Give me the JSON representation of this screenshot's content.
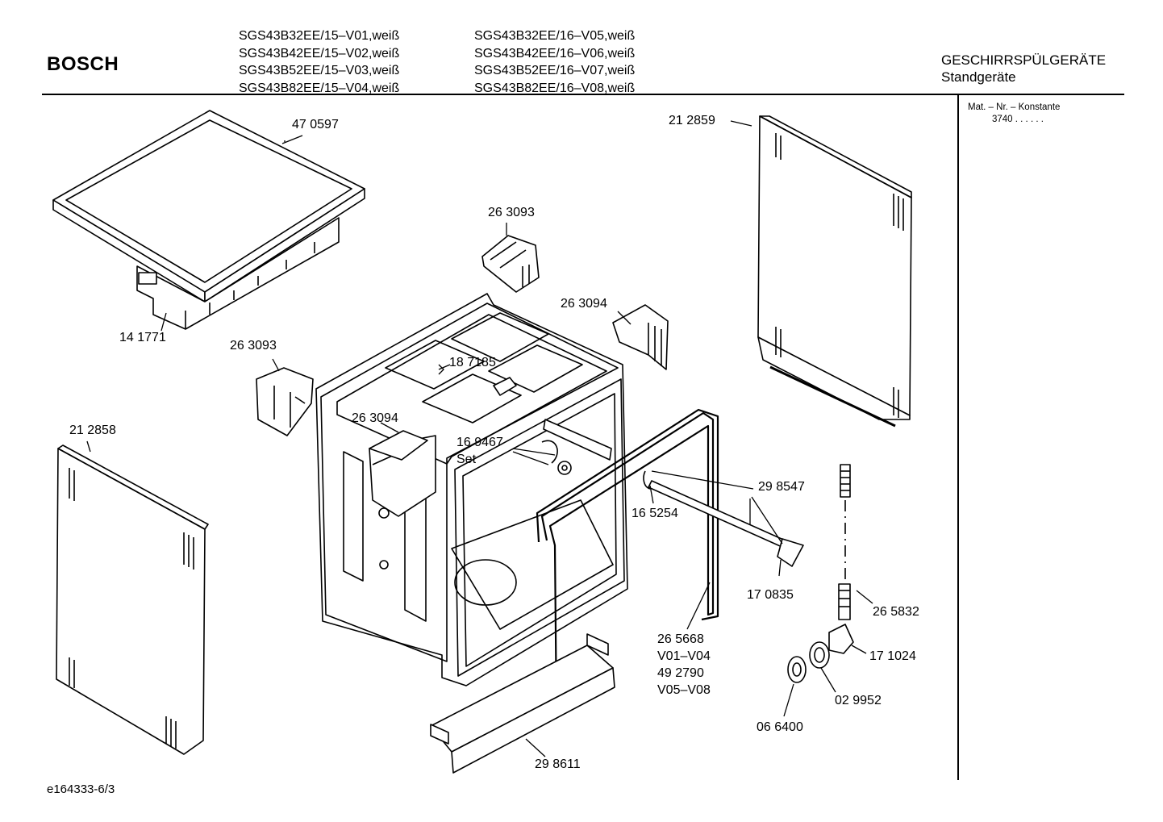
{
  "header": {
    "brand": "BOSCH",
    "models_col1": [
      "SGS43B32EE/15–V01,weiß",
      "SGS43B42EE/15–V02,weiß",
      "SGS43B52EE/15–V03,weiß",
      "SGS43B82EE/15–V04,weiß"
    ],
    "models_col2": [
      "SGS43B32EE/16–V05,weiß",
      "SGS43B42EE/16–V06,weiß",
      "SGS43B52EE/16–V07,weiß",
      "SGS43B82EE/16–V08,weiß"
    ],
    "category": "GESCHIRRSPÜLGERÄTE",
    "subcategory": "Standgeräte"
  },
  "side_panel": {
    "title": "Mat. – Nr. – Konstante",
    "value": "3740 . . . . . ."
  },
  "parts": {
    "p470597": "47 0597",
    "p141771": "14 1771",
    "p263093a": "26 3093",
    "p263093b": "26 3093",
    "p263094a": "26 3094",
    "p263094b": "26 3094",
    "p187185": "18 7185",
    "p169467": "16 9467",
    "p169467_note": "Set",
    "p212859": "21 2859",
    "p212858": "21 2858",
    "p298547": "29 8547",
    "p165254": "16 5254",
    "p170835": "17 0835",
    "p265668": "26 5668",
    "p265668_note": "V01–V04",
    "p492790": "49 2790",
    "p492790_note": "V05–V08",
    "p265832": "26 5832",
    "p171024": "17 1024",
    "p029952": "02 9952",
    "p066400": "06 6400",
    "p298611": "29 8611"
  },
  "footer": {
    "doc_id": "e164333-6/3"
  }
}
